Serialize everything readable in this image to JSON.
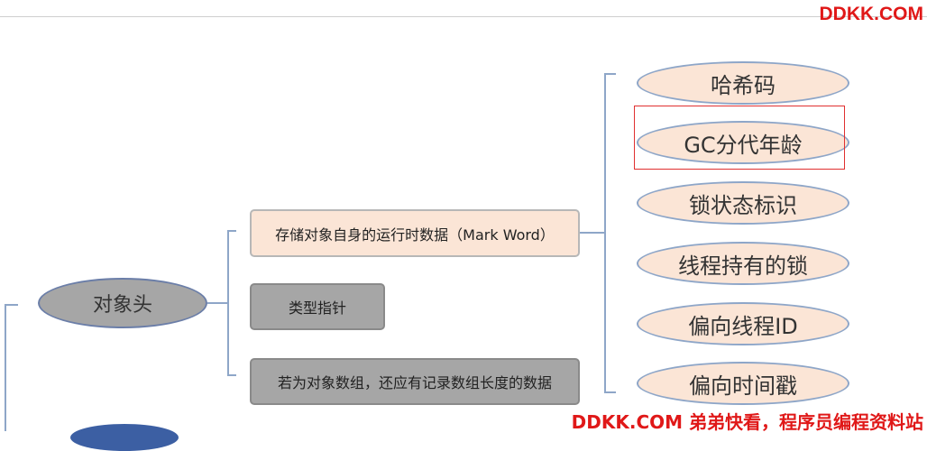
{
  "watermark_top": "DDKK.COM",
  "watermark_bottom": "DDKK.COM 弟弟快看，程序员编程资料站",
  "diagram": {
    "root": {
      "label": "对象头"
    },
    "children": [
      {
        "label": "存储对象自身的运行时数据（Mark Word）"
      },
      {
        "label": "类型指针"
      },
      {
        "label": "若为对象数组，还应有记录数组长度的数据"
      }
    ],
    "mark_word_items": [
      {
        "label": "哈希码"
      },
      {
        "label": "GC分代年龄",
        "highlighted": true
      },
      {
        "label": "锁状态标识"
      },
      {
        "label": "线程持有的锁"
      },
      {
        "label": "偏向线程ID"
      },
      {
        "label": "偏向时间戳"
      }
    ]
  },
  "colors": {
    "peach_fill": "#fbe5d6",
    "gray_fill": "#a6a6a6",
    "connector": "#8ea6c8",
    "highlight": "#e03030",
    "watermark": "#e01818"
  }
}
